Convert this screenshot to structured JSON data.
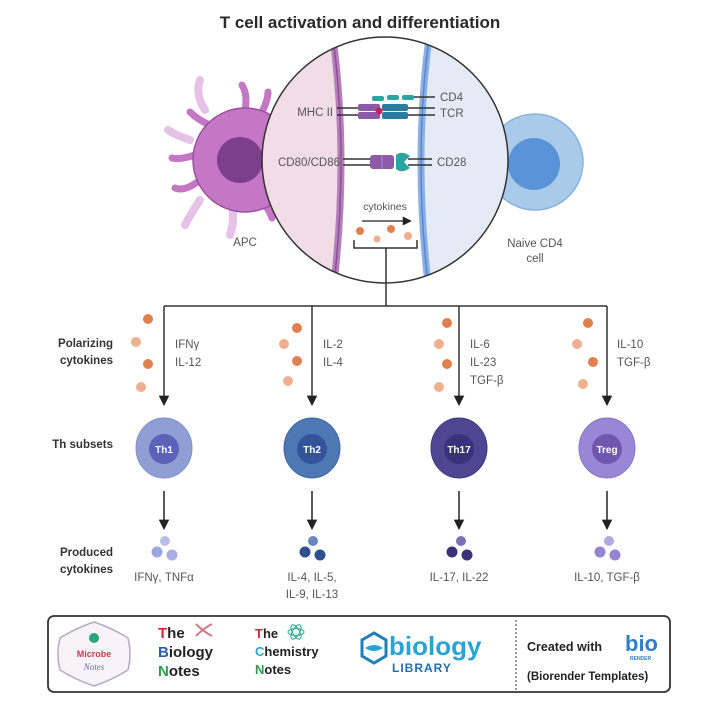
{
  "title": "T cell activation and differentiation",
  "synapse": {
    "apc_label": "APC",
    "naive_label_line1": "Naive CD4",
    "naive_label_line2": "cell",
    "mhc_label": "MHC II",
    "cd4_label": "CD4",
    "tcr_label": "TCR",
    "cd80_label": "CD80/CD86",
    "cd28_label": "CD28",
    "cytokines_label": "cytokines"
  },
  "row_labels": {
    "polarizing_line1": "Polarizing",
    "polarizing_line2": "cytokines",
    "subsets": "Th subsets",
    "produced_line1": "Produced",
    "produced_line2": "cytokines"
  },
  "subsets": [
    {
      "name": "Th1",
      "polarizing": [
        "IFNγ",
        "IL-12"
      ],
      "produced": [
        "IFNγ, TNFα"
      ],
      "outer_color": "#8f9fd6",
      "inner_color": "#5b62b8",
      "produced_colors": [
        "#b8bde8",
        "#9ea6df",
        "#a7aee2"
      ]
    },
    {
      "name": "Th2",
      "polarizing": [
        "IL-2",
        "IL-4"
      ],
      "produced": [
        "IL-4, IL-5,",
        "IL-9, IL-13"
      ],
      "outer_color": "#4d78b4",
      "inner_color": "#34549a",
      "produced_colors": [
        "#6a86c2",
        "#2f4f8f",
        "#2f4f8f"
      ]
    },
    {
      "name": "Th17",
      "polarizing": [
        "IL-6",
        "IL-23",
        "TGF-β"
      ],
      "produced": [
        "IL-17, IL-22"
      ],
      "outer_color": "#4f4591",
      "inner_color": "#3b3178",
      "produced_colors": [
        "#7a72b8",
        "#3b3178",
        "#3b3178"
      ]
    },
    {
      "name": "Treg",
      "polarizing": [
        "IL-10",
        "TGF-β"
      ],
      "produced": [
        "IL-10, TGF-β"
      ],
      "outer_color": "#9a86d6",
      "inner_color": "#6f57b0",
      "produced_colors": [
        "#b4a8e2",
        "#9485d0",
        "#9485d0"
      ]
    }
  ],
  "footer": {
    "microbe_top": "Microbe",
    "microbe_bottom": "Notes",
    "bio_notes": [
      "The",
      "Biology",
      "Notes"
    ],
    "chem_notes": [
      "The",
      "Chemistry",
      "Notes"
    ],
    "biology_library_main": "biology",
    "biology_library_sub": "LIBRARY",
    "created_with": "Created with",
    "biorender_top": "bio",
    "biorender_sub": "RENDER",
    "templates": "(Biorender Templates)"
  },
  "colors": {
    "apc": "#c477c4",
    "apc_nucleus": "#7d3f8c",
    "naive": "#a9cbe9",
    "naive_nucleus": "#5b93d9",
    "cytokine_dark": "#e0804f",
    "cytokine_light": "#efb08f"
  }
}
